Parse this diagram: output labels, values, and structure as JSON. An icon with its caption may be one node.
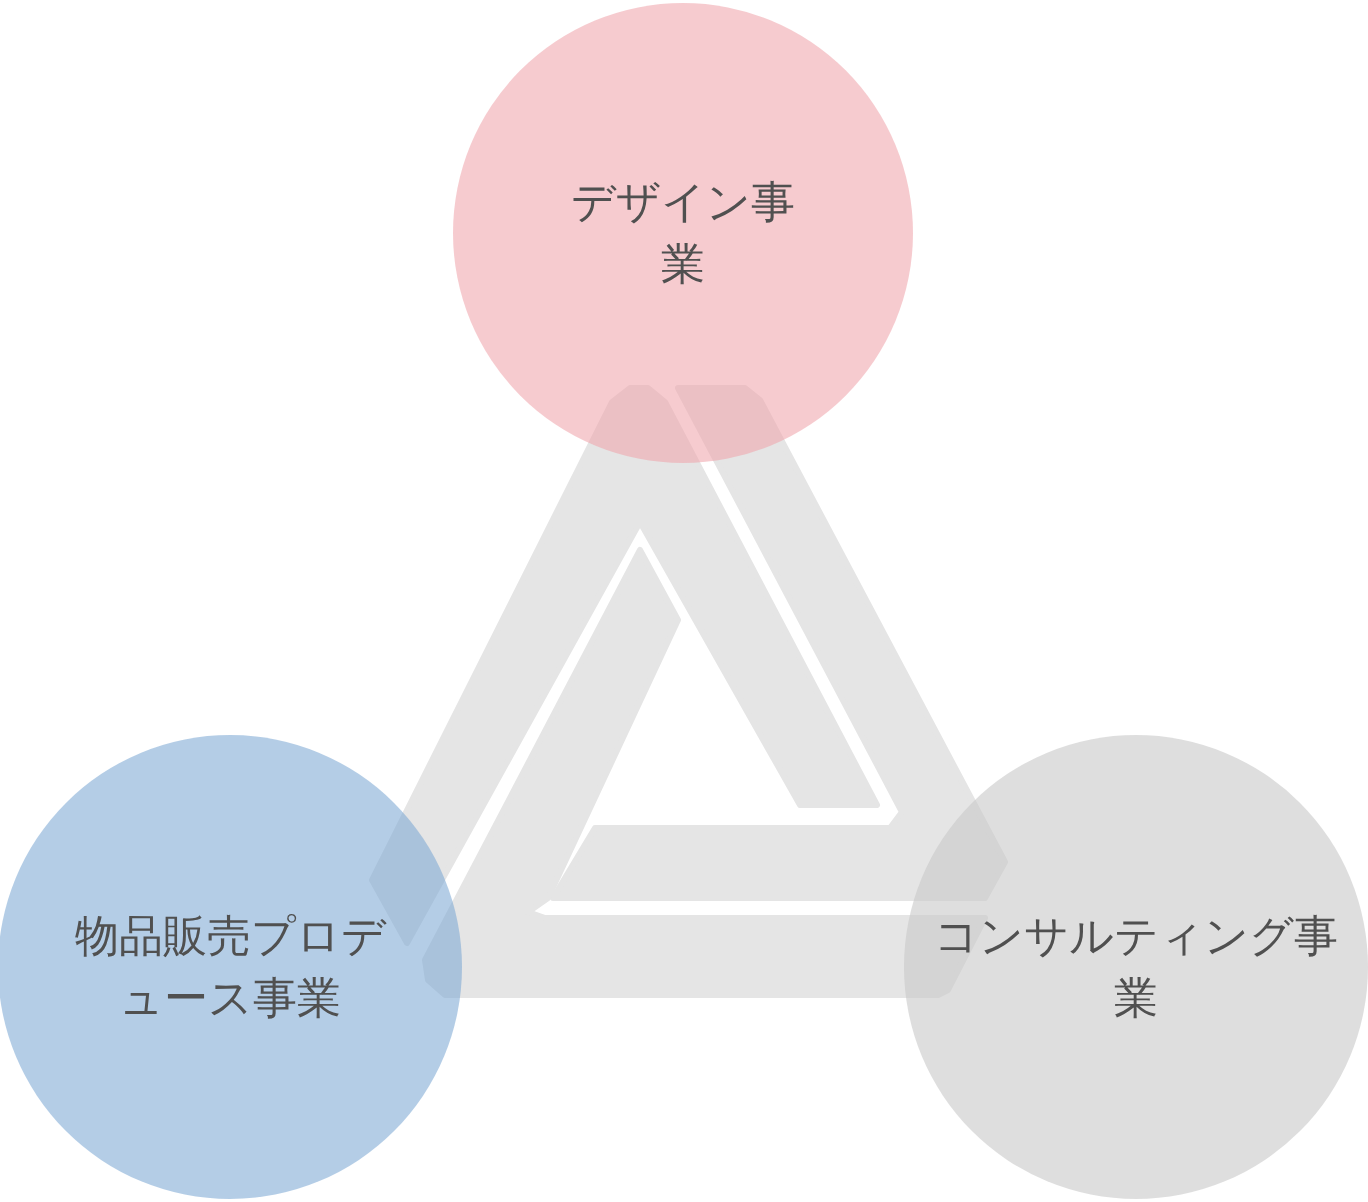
{
  "diagram": {
    "nodes": [
      {
        "text": [
          "デザイン事業"
        ]
      },
      {
        "text": [
          "物品販売プロデュース事業"
        ]
      },
      {
        "text": [
          "コンサルティング事業"
        ]
      }
    ]
  }
}
